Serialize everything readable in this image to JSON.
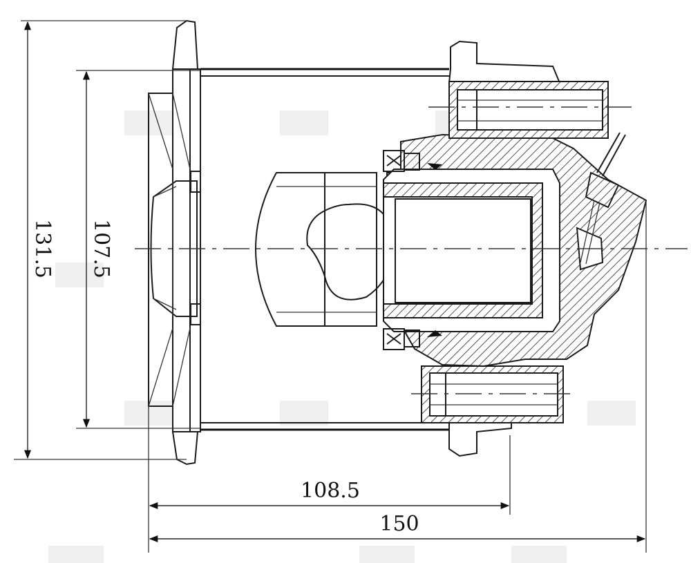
{
  "dimensions": {
    "overall_height": "131.5",
    "mount_height": "107.5",
    "mount_width": "108.5",
    "overall_width": "150"
  },
  "colors": {
    "line": "#1a1a1a",
    "background": "#ffffff"
  }
}
